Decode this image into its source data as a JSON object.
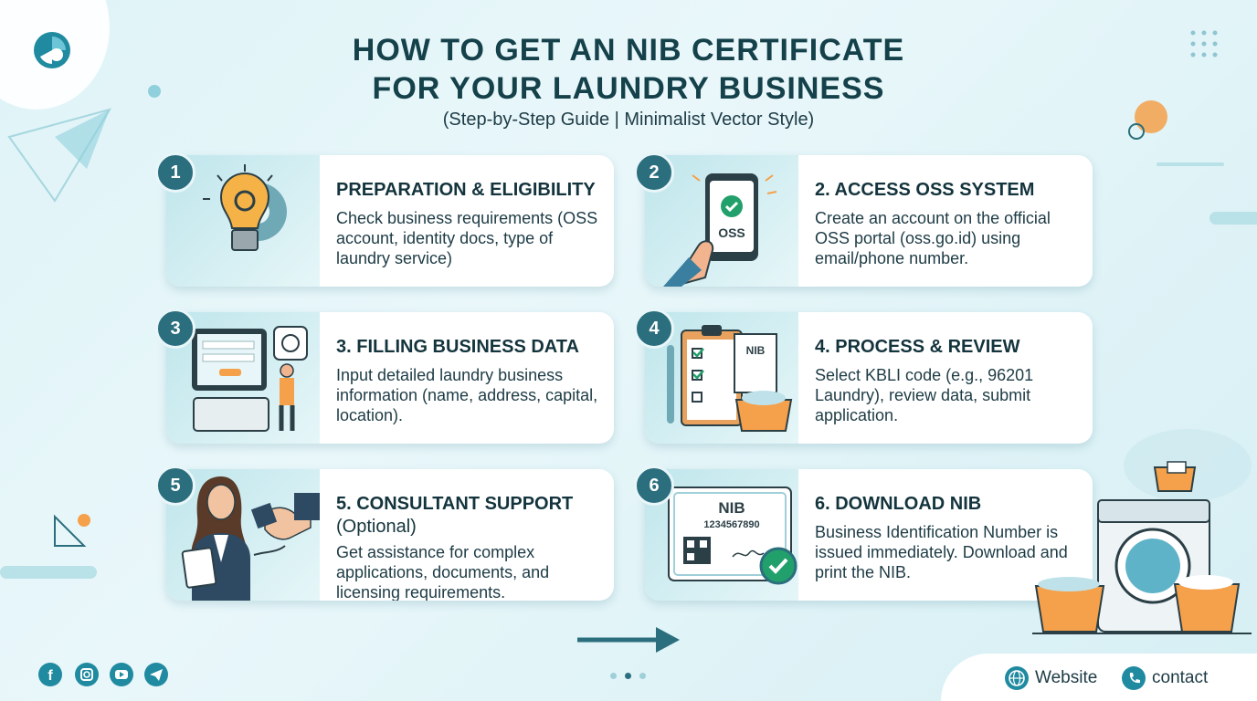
{
  "header": {
    "title_line1": "HOW TO GET AN NIB CERTIFICATE",
    "title_line2": "FOR YOUR LAUNDRY BUSINESS",
    "subtitle": "(Step-by-Step Guide | Minimalist Vector Style)"
  },
  "steps": [
    {
      "number": "1",
      "title": "PREPARATION & ELIGIBILITY",
      "title_extra": "",
      "description": "Check business requirements (OSS account, identity docs, type of laundry service)",
      "icon": "lightbulb-gear-icon"
    },
    {
      "number": "2",
      "title": "2. ACCESS OSS SYSTEM",
      "title_extra": "",
      "description": "Create an account on the official OSS portal (oss.go.id) using email/phone number.",
      "icon": "phone-oss-icon",
      "art_text": "OSS"
    },
    {
      "number": "3",
      "title": "3. FILLING BUSINESS DATA",
      "title_extra": "",
      "description": "Input detailed laundry business information (name, address, capital, location).",
      "icon": "tablet-form-icon"
    },
    {
      "number": "4",
      "title": "4. PROCESS & REVIEW",
      "title_extra": "",
      "description": "Select KBLI code (e.g., 96201 Laundry), review data, submit application.",
      "icon": "checklist-basket-icon",
      "art_text": "NIB"
    },
    {
      "number": "5",
      "title": "5. CONSULTANT SUPPORT",
      "title_extra": "(Optional)",
      "description": "Get assistance for complex applications, documents, and licensing requirements.",
      "icon": "consultant-handshake-icon"
    },
    {
      "number": "6",
      "title": "6. DOWNLOAD NIB",
      "title_extra": "",
      "description": "Business Identification Number is issued immediately. Download and print the NIB.",
      "icon": "certificate-icon",
      "art_text": "NIB",
      "art_number": "1234567890"
    }
  ],
  "footer": {
    "social": [
      "facebook-icon",
      "instagram-icon",
      "youtube-icon",
      "telegram-icon"
    ],
    "website_label": "Website",
    "contact_label": "contact"
  },
  "colors": {
    "accent": "#2b6e7d",
    "teal": "#1f8aa0",
    "orange": "#f5a04a",
    "background": "#dff3f7"
  }
}
